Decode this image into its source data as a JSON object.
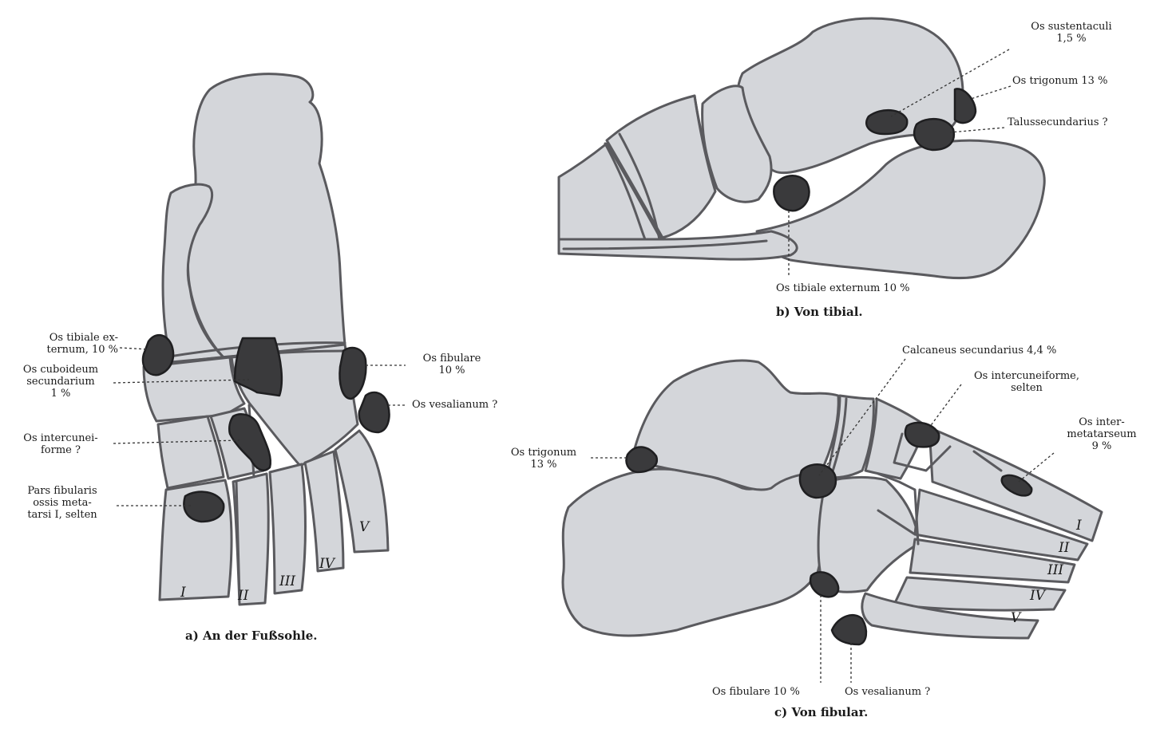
{
  "panel_a": {
    "caption": "a) An der Fußsohle.",
    "labels": {
      "tibiale_externum": "Os tibiale ex-\nternum, 10 %",
      "cuboideum_secundarium": "Os cuboideum\nsecundarium\n1 %",
      "intercuneiforme": "Os intercunei-\nforme ?",
      "pars_fibularis": "Pars fibularis\nossis meta-\ntarsi I, selten",
      "fibulare": "Os fibulare\n10 %",
      "vesalianum": "Os vesalianum ?"
    },
    "roman": [
      "I",
      "II",
      "III",
      "IV",
      "V"
    ]
  },
  "panel_b": {
    "caption": "b) Von tibial.",
    "labels": {
      "sustentaculi": "Os sustentaculi\n1,5 %",
      "trigonum": "Os trigonum 13 %",
      "talus_secundarius": "Talussecundarius ?",
      "tibiale_externum": "Os tibiale externum 10 %"
    }
  },
  "panel_c": {
    "caption": "c) Von fibular.",
    "labels": {
      "calcaneus_secundarius": "Calcaneus secundarius 4,4 %",
      "intercuneiforme": "Os intercuneiforme,\nselten",
      "intermetatarseum": "Os inter-\nmetatarseum\n9 %",
      "trigonum": "Os trigonum\n13 %",
      "fibulare": "Os fibulare 10 %",
      "vesalianum": "Os vesalianum ?"
    },
    "roman": [
      "I",
      "II",
      "III",
      "IV",
      "V"
    ]
  }
}
